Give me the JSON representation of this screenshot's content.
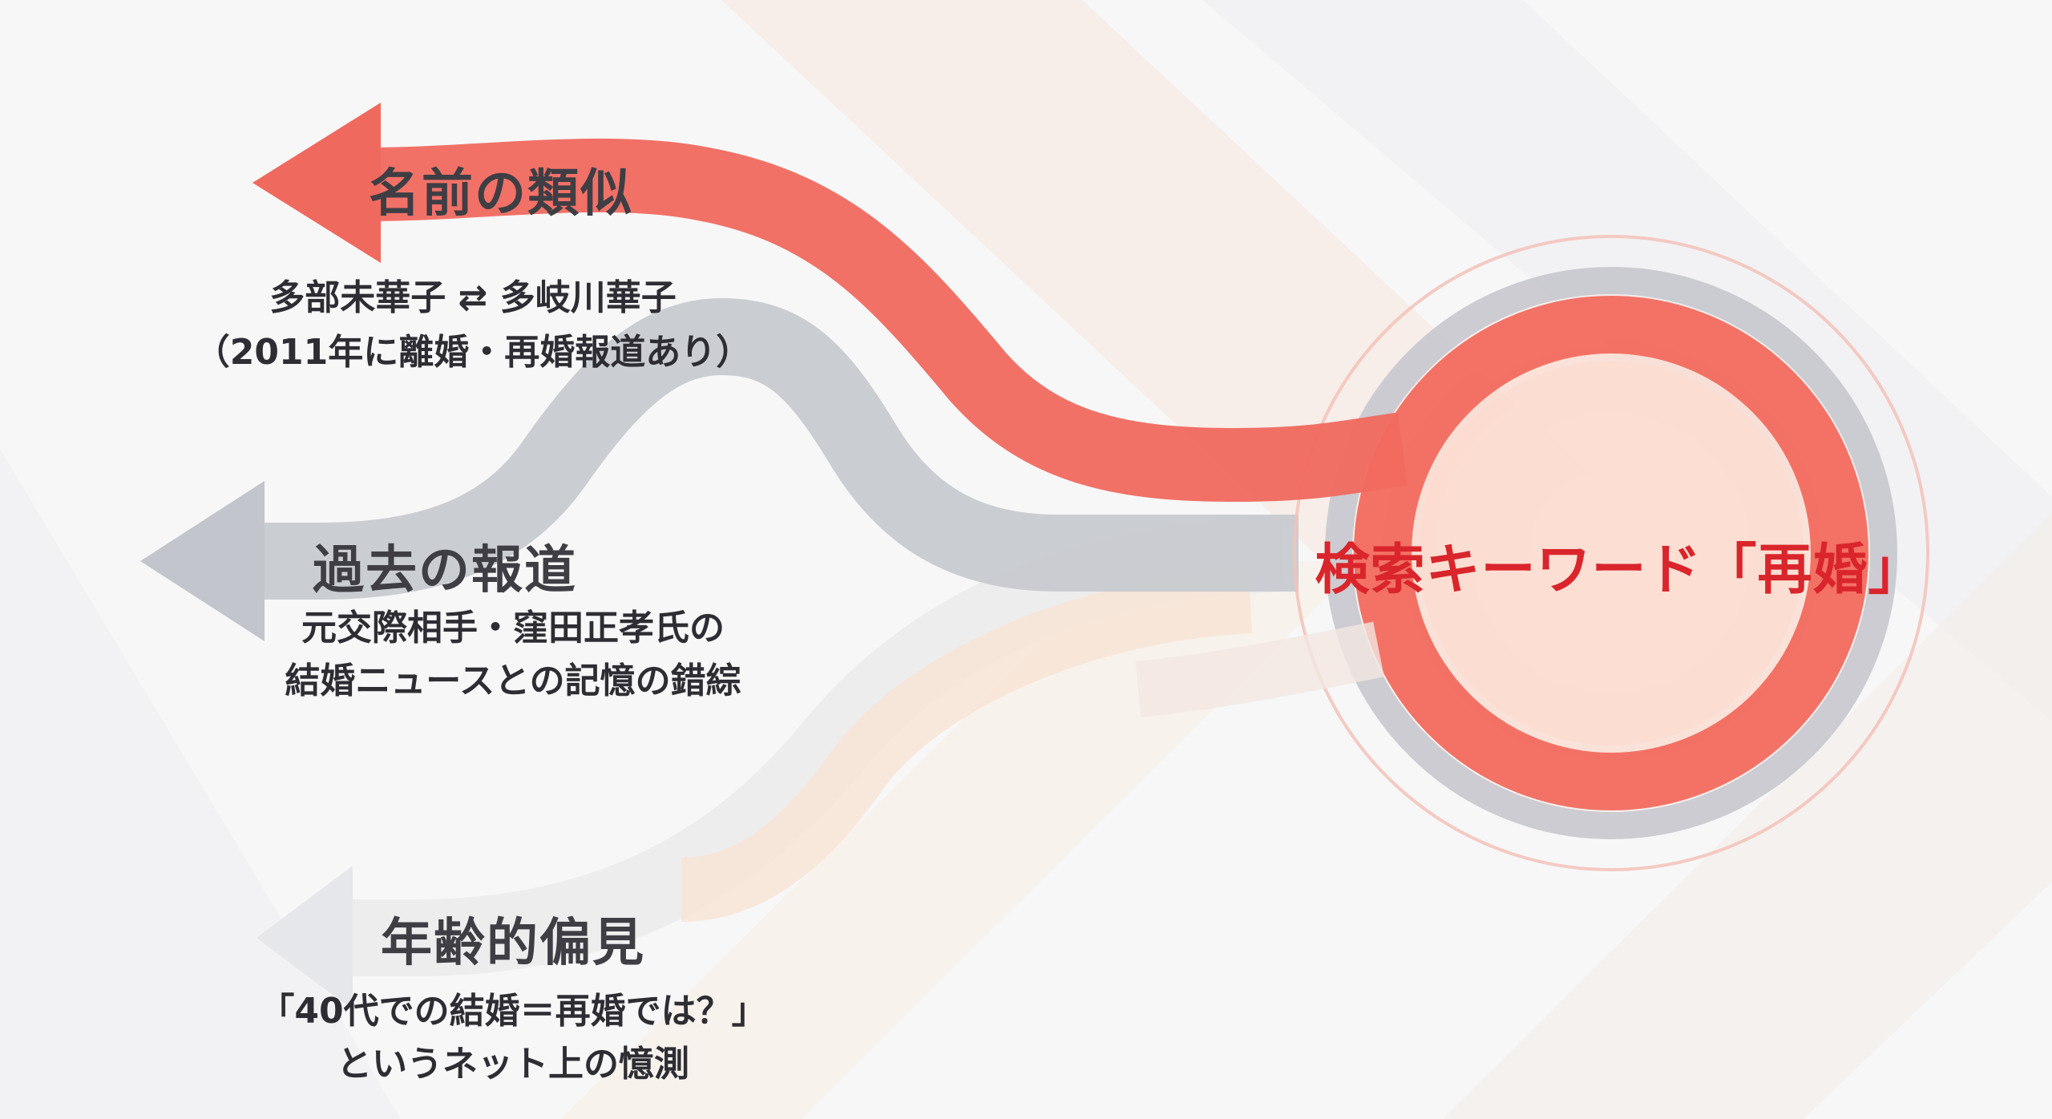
{
  "center": {
    "label": "検索キーワード「再婚」"
  },
  "branches": [
    {
      "id": "name",
      "label": "名前の類似",
      "desc_lines": [
        "多部未華子 ⇄ 多岐川華子",
        "（2011年に離婚・再婚報道あり）"
      ],
      "color": "#f0695f"
    },
    {
      "id": "news",
      "label": "過去の報道",
      "desc_lines": [
        "元交際相手・窪田正孝氏の",
        "結婚ニュースとの記憶の錯綜"
      ],
      "color": "#c2c5cc"
    },
    {
      "id": "age",
      "label": "年齢的偏見",
      "desc_lines": [
        "「40代での結婚＝再婚では？」",
        "というネット上の憶測"
      ],
      "color": "#e6e7ea"
    }
  ],
  "colors": {
    "accent_red": "#d9252b",
    "arrow_red": "#f0695f",
    "arrow_gray": "#c2c5cc",
    "arrow_light": "#e6e7ea",
    "background": "#f6f6f7"
  }
}
